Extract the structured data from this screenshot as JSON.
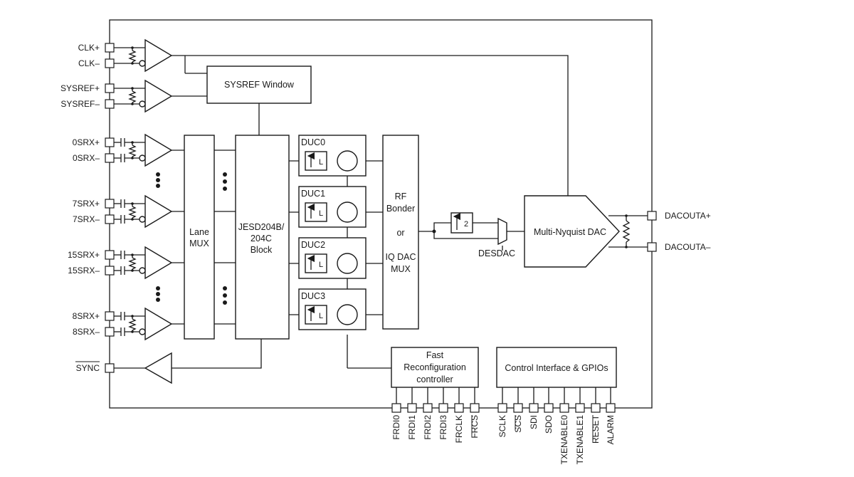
{
  "pins_left": [
    "CLK+",
    "CLK–",
    "SYSREF+",
    "SYSREF–",
    "0SRX+",
    "0SRX–",
    "7SRX+",
    "7SRX–",
    "15SRX+",
    "15SRX–",
    "8SRX+",
    "8SRX–",
    "SYNC"
  ],
  "pins_right": [
    "DACOUTA+",
    "DACOUTA–"
  ],
  "pins_bottom": [
    "FRDI0",
    "FRDI1",
    "FRDI2",
    "FRDI3",
    "FRCLK",
    "FRCS",
    "SCLK",
    "SCS",
    "SDI",
    "SDO",
    "TXENABLE0",
    "TXENABLE1",
    "RESET",
    "ALARM"
  ],
  "blocks": {
    "sysref_window": "SYSREF Window",
    "lane_mux": [
      "Lane",
      "MUX"
    ],
    "jesd_block": [
      "JESD204B/",
      "204C",
      "Block"
    ],
    "duc0": "DUC0",
    "duc1": "DUC1",
    "duc2": "DUC2",
    "duc3": "DUC3",
    "upsample_label": "L",
    "rf_bonder": [
      "RF",
      "Bonder",
      "",
      "or",
      "",
      "IQ DAC",
      "MUX"
    ],
    "interp2": "2",
    "desdac": "DESDAC",
    "dac": "Multi-Nyquist DAC",
    "fast_reconfig": [
      "Fast",
      "Reconfiguration",
      "controller"
    ],
    "control_iface": "Control Interface & GPIOs"
  }
}
